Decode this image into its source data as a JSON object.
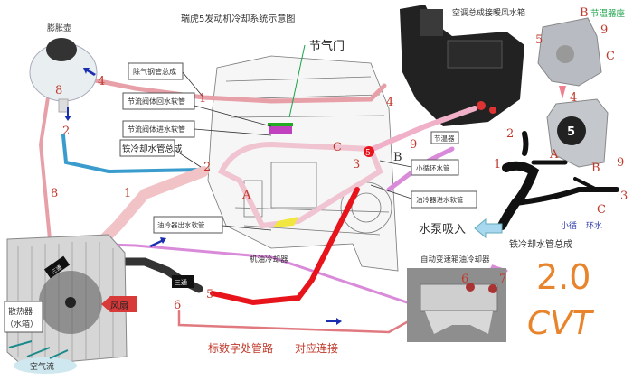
{
  "title": "瑞虎5发动机冷却系统示意图",
  "labels": {
    "expansion_tank": "膨胀壶",
    "degas_pipe": "除气钢管总成",
    "throttle_return_hose": "节流阀体回水软管",
    "throttle_inlet_hose": "节流阀体进水软管",
    "iron_pipe_left": "铁冷却水管总成",
    "throttle": "节气门",
    "ac_heater": "空调总成接暖风水箱",
    "thermostat_seat": "节温器座",
    "thermostat": "节温器",
    "small_loop_pipe": "小循环水管",
    "oil_cooler_in_hose": "油冷器进水软管",
    "oil_cooler_out_hose": "油冷器出水软管",
    "oil_cooler": "机油冷却器",
    "pump_suction": "水泵吸入",
    "iron_pipe_right": "铁冷却水管总成",
    "small_loop_water_1": "小循",
    "small_loop_water_2": "环水",
    "cvt_cooler": "自动变速箱油冷却器",
    "radiator_1": "散热器",
    "radiator_2": "（水箱）",
    "fan": "风扇",
    "airflow": "空气流",
    "tee_1": "三通",
    "tee_2": "三通",
    "note": "标数字处管路一一对应连接",
    "handwriting_1": "2.0",
    "handwriting_2": "CVT"
  },
  "markers": {
    "n8": "8",
    "n4a": "4",
    "n2a": "2",
    "n1a": "1",
    "n2b": "2",
    "nA": "A",
    "nC": "C",
    "n3": "3",
    "n5a": "5",
    "nB": "B",
    "n9a": "9",
    "n4b": "4",
    "n8b": "8",
    "n1b": "1",
    "n5b": "5",
    "n6a": "6",
    "n6b": "6",
    "n7": "7",
    "r_B": "B",
    "r_9": "9",
    "r_5": "5",
    "r_C": "C",
    "r_4": "4",
    "r_5b": "5",
    "r_9b": "9",
    "r_Bb": "B",
    "r_2": "2",
    "r_1": "1",
    "r_A": "A",
    "r_3": "3",
    "r_C2": "C"
  },
  "colors": {
    "pink_pipe": "#e8a0a8",
    "blue_pipe": "#3a9ccc",
    "red_pipe": "#e8141c",
    "violet_pipe": "#d98ad9",
    "marker": "#c0392b",
    "green": "#1aa34a",
    "orange": "#e8842c"
  }
}
